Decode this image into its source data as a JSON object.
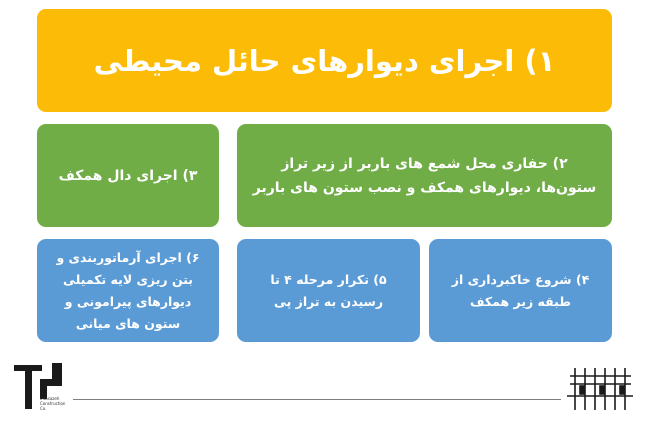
{
  "colors": {
    "title_bg": "#fbbb06",
    "green_bg": "#70ad47",
    "blue_bg": "#5b9bd5",
    "text": "#ffffff",
    "divider": "#7f7f7f"
  },
  "steps": {
    "step1": "۱) اجرای دیوارهای حائل محیطی",
    "step2": "۲) حفاری محل شمع های باربر از زیر تراز ستون‌ها، دیوارهای همکف و نصب ستون های باربر",
    "step3": "۳) اجرای دال همکف",
    "step4": "۴) شروع خاکبرداری از طبقه زیر همکف",
    "step5": "۵) تکرار مرحله ۴ تا رسیدن به تراز پی",
    "step6": "۶) اجرای آرماتوربندی و بتن ریزی لایه تکمیلی دیوارهای پیرامونی و ستون های میانی"
  },
  "footer": {
    "logo_text_line1": "Intasazeh",
    "logo_text_line2": "Construction",
    "logo_text_line3": "Co.",
    "left_logo_icon": "intasazeh-logo-icon",
    "right_logo_icon": "building-columns-icon"
  }
}
